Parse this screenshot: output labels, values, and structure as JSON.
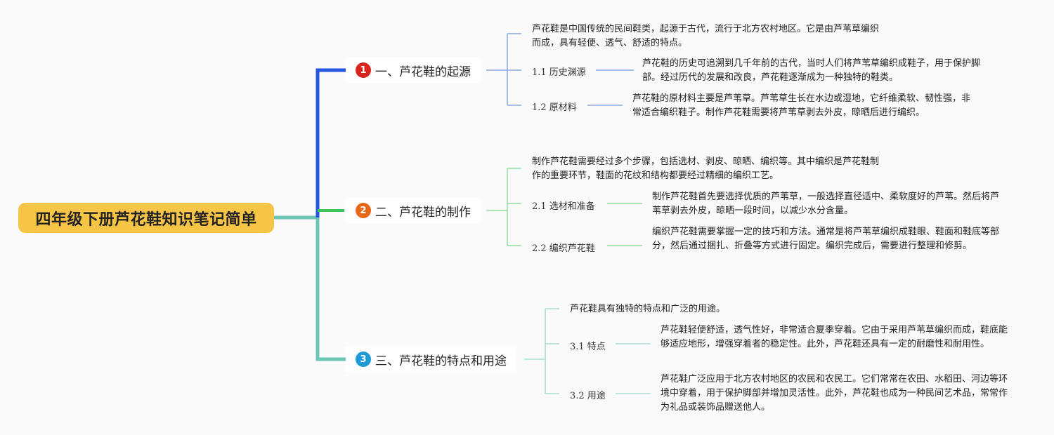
{
  "root": {
    "title": "四年级下册芦花鞋知识笔记简单"
  },
  "branches": [
    {
      "number": "1",
      "title": "一、芦花鞋的起源",
      "summary": "芦花鞋是中国传统的民间鞋类，起源于古代，流行于北方农村地区。它是由芦苇草编织而成，具有轻便、透气、舒适的特点。",
      "children": [
        {
          "label": "1.1 历史渊源",
          "detail": "芦花鞋的历史可追溯到几千年前的古代，当时人们将芦苇草编织成鞋子，用于保护脚部。经过历代的发展和改良，芦花鞋逐渐成为一种独特的鞋类。"
        },
        {
          "label": "1.2 原材料",
          "detail": "芦花鞋的原材料主要是芦苇草。芦苇草生长在水边或湿地，它纤维柔软、韧性强，非常适合编织鞋子。制作芦花鞋需要将芦苇草剥去外皮，晾晒后进行编织。"
        }
      ]
    },
    {
      "number": "2",
      "title": "二、芦花鞋的制作",
      "summary": "制作芦花鞋需要经过多个步骤，包括选材、剥皮、晾晒、编织等。其中编织是芦花鞋制作的重要环节，鞋面的花纹和结构都要经过精细的编织工艺。",
      "children": [
        {
          "label": "2.1 选材和准备",
          "detail": "制作芦花鞋首先要选择优质的芦苇草，一般选择直径适中、柔软度好的芦苇。然后将芦苇草剥去外皮，晾晒一段时间，以减少水分含量。"
        },
        {
          "label": "2.2 编织芦花鞋",
          "detail": "编织芦花鞋需要掌握一定的技巧和方法。通常是将芦苇草编织成鞋眼、鞋面和鞋底等部分，然后通过捆扎、折叠等方式进行固定。编织完成后，需要进行整理和修剪。"
        }
      ]
    },
    {
      "number": "3",
      "title": "三、芦花鞋的特点和用途",
      "summary": "芦花鞋具有独特的特点和广泛的用途。",
      "children": [
        {
          "label": "3.1 特点",
          "detail": "芦花鞋轻便舒适，透气性好，非常适合夏季穿着。它由于采用芦苇草编织而成，鞋底能够适应地形，增强穿着者的稳定性。此外，芦花鞋还具有一定的耐磨性和耐用性。"
        },
        {
          "label": "3.2 用途",
          "detail": "芦花鞋广泛应用于北方农村地区的农民和农民工。它们常常在农田、水稻田、河边等环境中穿着，用于保护脚部并增加灵活性。此外，芦花鞋也成为一种民间艺术品，常常作为礼品或装饰品赠送他人。"
        }
      ]
    }
  ],
  "colors": {
    "root_fill": "#f7c545",
    "branch1": "#2457e0",
    "branch2": "#3cc35a",
    "branch3": "#6cc5b5",
    "badge1": "#d9261c",
    "badge2": "#e8681a",
    "badge3": "#1e9ad6",
    "sub1": "#8aaae0",
    "sub2": "#96dca6",
    "sub3": "#a9ddd4"
  }
}
